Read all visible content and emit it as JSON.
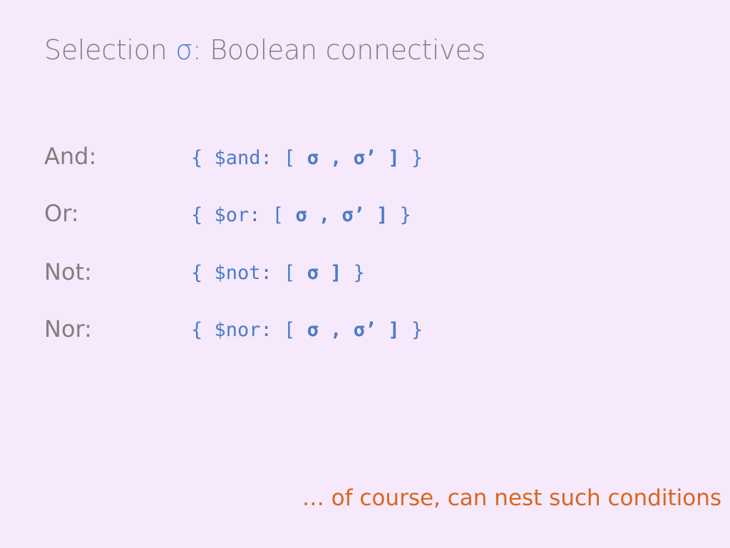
{
  "slide": {
    "title_prefix": "Selection ",
    "title_symbol": "σ",
    "title_suffix": ": Boolean connectives",
    "rows": [
      {
        "label": "And:",
        "open": "{ $and: [ ",
        "operands": "σ , σ’ ]",
        "close": " }"
      },
      {
        "label": "Or:",
        "open": "{ $or: [ ",
        "operands": "σ , σ’ ]",
        "close": " }"
      },
      {
        "label": "Not:",
        "open": "{ $not: [ ",
        "operands": "σ ]",
        "close": " }"
      },
      {
        "label": "Nor:",
        "open": "{ $nor: [ ",
        "operands": "σ , σ’ ]",
        "close": " }"
      }
    ],
    "footnote": "… of course, can nest such conditions"
  },
  "colors": {
    "background": "#f6e9fb",
    "text_gray": "#7f7f7f",
    "code_blue": "#4a7cc9",
    "accent_orange": "#d9661f"
  }
}
